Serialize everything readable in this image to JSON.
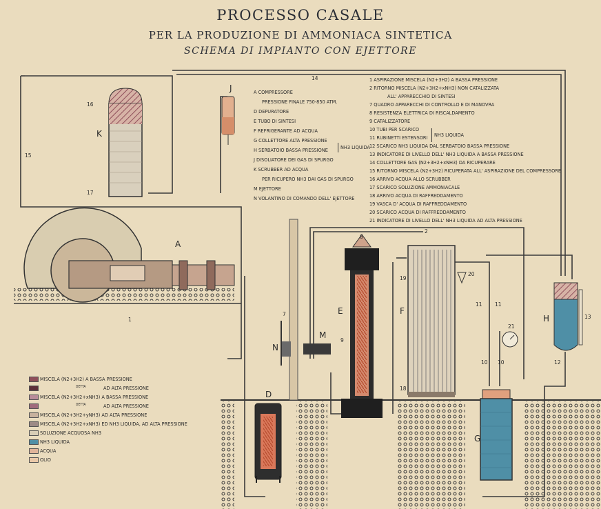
{
  "title": {
    "line1": "PROCESSO CASALE",
    "line2": "PER LA PRODUZIONE DI AMMONIACA SINTETICA",
    "line3": "SCHEMA DI IMPIANTO CON EJETTORE"
  },
  "components": [
    "A COMPRESSORE",
    "PRESSIONE FINALE 750-850 ATM.",
    "D DEPURATORE",
    "E TUBO DI SINTESI",
    "F REFRIGERANTE AD ACQUA",
    "G COLLETTORE ALTA PRESSIONE",
    "H SERBATOIO BASSA PRESSIONE",
    "J DISOLIATORE DEI GAS DI SPURGO",
    "K SCRUBBER AD ACQUA",
    "PER RICUPERO NH3 DAI GAS DI SPURGO",
    "M EJETTORE",
    "N VOLANTINO DI COMANDO DELL' EJETTORE"
  ],
  "brace_GH": "NH3 LIQUIDA",
  "numbered": [
    "1  ASPIRAZIONE MISCELA (N2+3H2) A BASSA PRESSIONE",
    "2  RITORNO MISCELA (N2+3H2+xNH3) NON CATALIZZATA",
    "ALL' APPARECCHIO DI SINTESI",
    "7  QUADRO APPARECCHI DI CONTROLLO E DI MANOVRA",
    "8  RESISTENZA ELETTRICA DI RISCALDAMENTO",
    "9  CATALIZZATORE",
    "10  TUBI PER SCARICO",
    "11  RUBINETTI ESTENSORI",
    "12  SCARICO NH3 LIQUIDA DAL SERBATOIO BASSA PRESSIONE",
    "13  INDICATORE DI LIVELLO DELL' NH3 LIQUIDA A BASSA PRESSIONE",
    "14  COLLETTORE GAS (N2+3H2+xNH3) DA RICUPERARE",
    "15  RITORNO MISCELA (N2+3H2) RICUPERATA ALL' ASPIRAZIONE DEL COMPRESSORE",
    "16  ARRIVO ACQUA ALLO SCRUBBER",
    "17  SCARICO SOLUZIONE AMMONIACALE",
    "18  ARRIVO ACQUA DI RAFFREDDAMENTO",
    "19  VASCA D' ACQUA DI RAFFREDDAMENTO",
    "20  SCARICO ACQUA DI RAFFREDDAMENTO",
    "21  INDICATORE DI LIVELLO DELL' NH3 LIQUIDA AD ALTA PRESSIONE"
  ],
  "brace_10_11": "NH3 LIQUIDA",
  "legend": [
    {
      "text": "MISCELA (N2+3H2) A BASSA PRESSIONE",
      "color": "#8f4f5a"
    },
    {
      "text": "DETTA",
      "text2": "AD ALTA PRESSIONE",
      "color": "#5e2e3a"
    },
    {
      "text": "MISCELA (N2+3H2+xNH3) A BASSA PRESSIONE",
      "color": "#b98c9a"
    },
    {
      "text": "DETTA",
      "text2": "AD ALTA PRESSIONE",
      "color": "#a06b7c"
    },
    {
      "text": "MISCELA (N2+3H2+yNH3) AD ALTA PRESSIONE",
      "color": "#c7b19e"
    },
    {
      "text": "MISCELA (N2+3H2+xNH3) ED NH3 LIQUIDA, AD ALTA PRESSIONE",
      "color": "#9d8a86"
    },
    {
      "text": "SOLUZIONE ACQUOSA NH3",
      "color": "#d8cdb6"
    },
    {
      "text": "NH3 LIQUIDA",
      "color": "#4f8fa6"
    },
    {
      "text": "ACQUA",
      "color": "#e0b49a"
    },
    {
      "text": "OLIO",
      "color": "#e9c8a8"
    }
  ],
  "letters": {
    "A": "A",
    "D": "D",
    "E": "E",
    "F": "F",
    "G": "G",
    "H": "H",
    "J": "J",
    "K": "K",
    "M": "M",
    "N": "N"
  },
  "nums": {
    "n1": "1",
    "n2": "2",
    "n7": "7",
    "n8": "8",
    "n9": "9",
    "n10a": "10",
    "n10b": "10",
    "n11a": "11",
    "n11b": "11",
    "n12": "12",
    "n13": "13",
    "n14": "14",
    "n15": "15",
    "n16": "16",
    "n17": "17",
    "n18": "18",
    "n19": "19",
    "n20": "20",
    "n21": "21"
  }
}
